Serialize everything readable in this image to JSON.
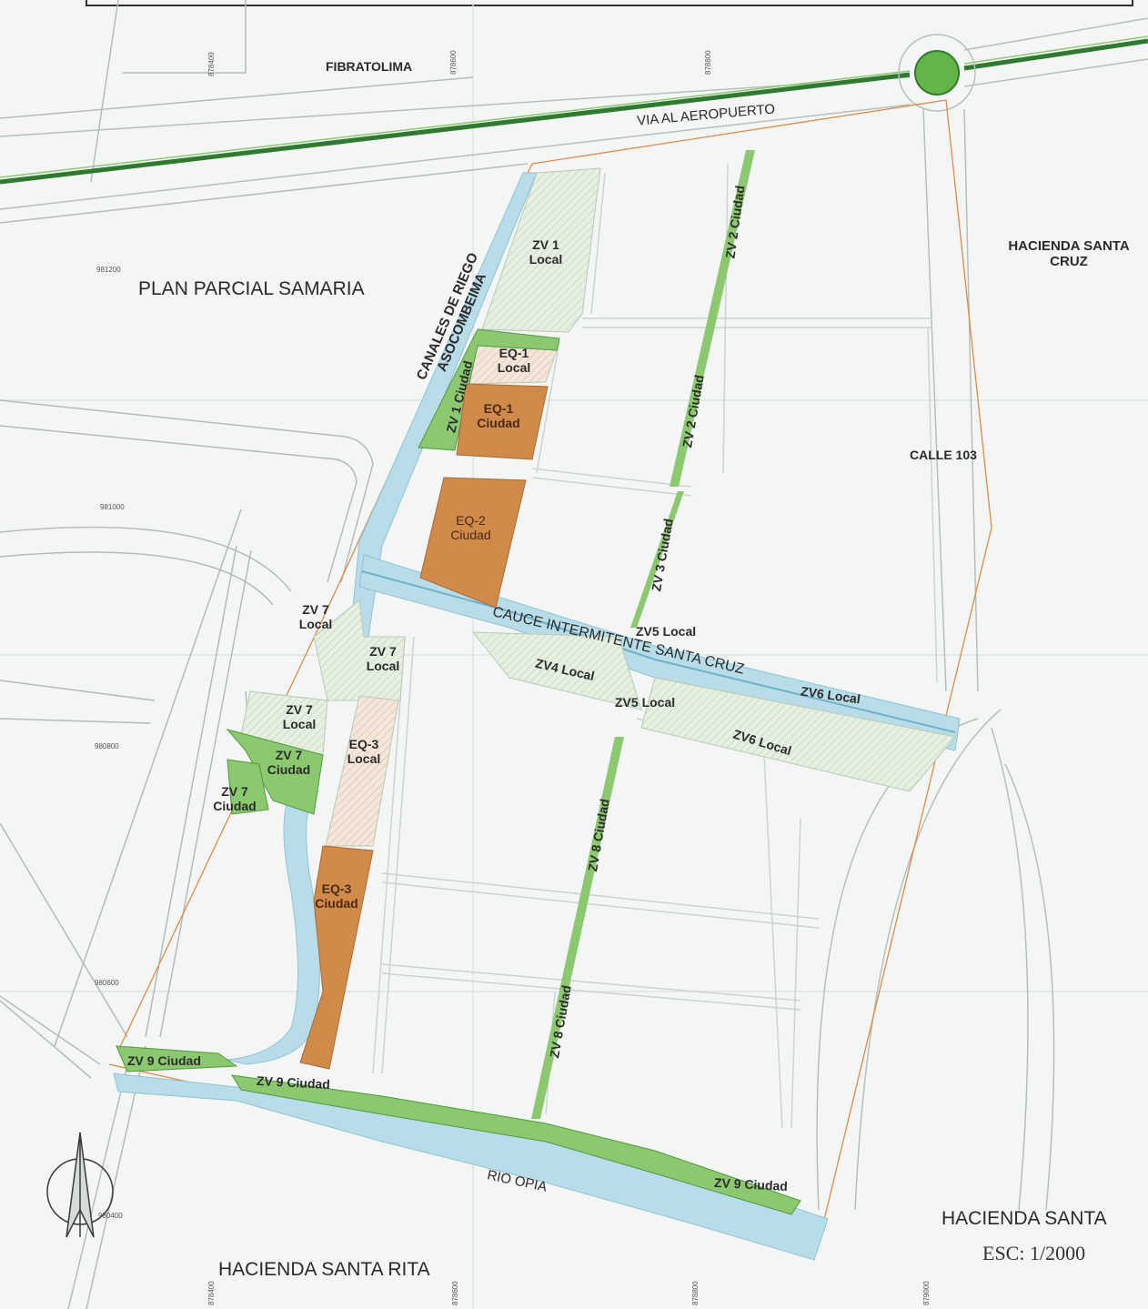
{
  "labels": {
    "fibratolima": "FIBRATOLIMA",
    "via_aeropuerto": "VIA AL AEROPUERTO",
    "hacienda_santa_cruz": "HACIENDA SANTA\nCRUZ",
    "plan_parcial": "PLAN PARCIAL SAMARIA",
    "canales": "CANALES DE RIEGO ASOCOMBEIMA",
    "calle_103": "CALLE 103",
    "cauce": "CAUCE INTERMITENTE  SANTA CRUZ",
    "rio_opia": "RIO OPIA",
    "hacienda_santa_rita": "HACIENDA SANTA RITA",
    "hacienda_santa_se": "HACIENDA SANTA",
    "scale": "ESC: 1/2000"
  },
  "zones": {
    "zv1_local": "ZV 1\nLocal",
    "zv1_ciudad": "ZV 1 Ciudad",
    "eq1_local": "EQ-1\nLocal",
    "eq1_ciudad": "EQ-1\nCiudad",
    "eq2_ciudad": "EQ-2\nCiudad",
    "zv2_ciudad_top": "ZV 2 Ciudad",
    "zv2_ciudad_mid": "ZV 2 Ciudad",
    "zv3_ciudad": "ZV 3 Ciudad",
    "zv5_local_a": "ZV5 Local",
    "zv5_local_b": "ZV5 Local",
    "zv4_local": "ZV4 Local",
    "zv6_local_a": "ZV6 Local",
    "zv6_local_b": "ZV6 Local",
    "zv7_local_a": "ZV 7\nLocal",
    "zv7_local_b": "ZV 7\nLocal",
    "zv7_local_c": "ZV 7\nLocal",
    "zv7_ciudad_a": "ZV 7\nCiudad",
    "zv7_ciudad_b": "ZV 7\nCiudad",
    "eq3_local": "EQ-3\nLocal",
    "eq3_ciudad": "EQ-3\nCiudad",
    "zv8_ciudad_a": "ZV 8 Ciudad",
    "zv8_ciudad_b": "ZV 8 Ciudad",
    "zv9_ciudad_a": "ZV 9 Ciudad",
    "zv9_ciudad_b": "ZV 9 Ciudad",
    "zv9_ciudad_c": "ZV 9 Ciudad"
  },
  "coords": {
    "y_981200": "981200",
    "y_981000": "981000",
    "y_980800": "980800",
    "y_980600": "980600",
    "y_980400": "980400",
    "x_878400_top": "878400",
    "x_878600_top": "878600",
    "x_878800_top": "878800",
    "x_878400_bot": "878400",
    "x_878600_bot": "878600",
    "x_878800_bot": "878800",
    "x_879000_bot": "879000"
  },
  "colors": {
    "green_zone": "#8cc870",
    "orange_zone": "#d08a4a",
    "water": "#b9dde8",
    "boundary": "#e08a4a",
    "road_green": "#2f7a30"
  }
}
